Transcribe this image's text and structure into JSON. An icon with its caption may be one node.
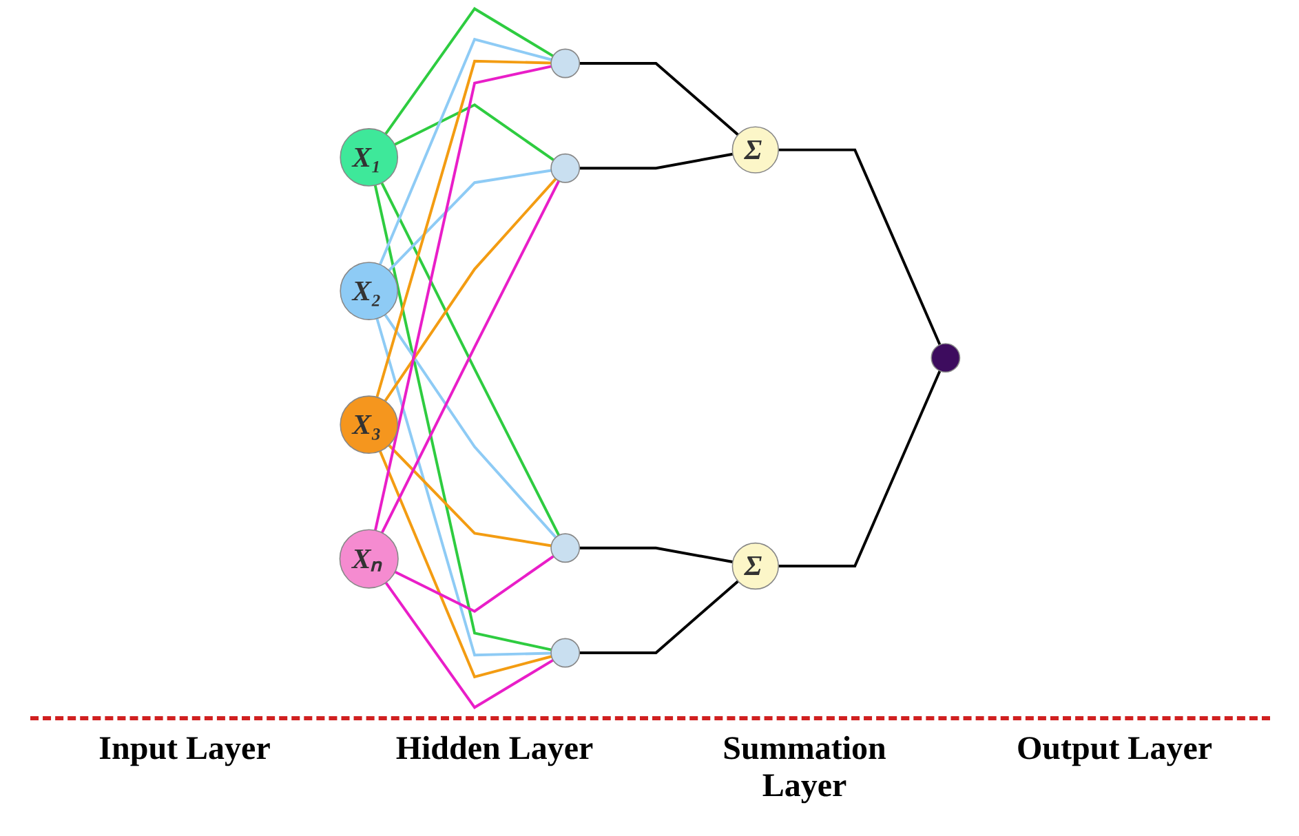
{
  "diagram": {
    "nodes": [
      {
        "text": [
          "X₁"
        ]
      },
      {
        "text": [
          "X₂"
        ]
      },
      {
        "text": [
          "X₃"
        ]
      },
      {
        "text": [
          "Xₙ"
        ]
      },
      {
        "text": [],
        "shape": "circle"
      },
      {
        "text": [],
        "shape": "circle"
      },
      {
        "text": [],
        "shape": "circle"
      },
      {
        "text": [],
        "shape": "circle"
      },
      {
        "text": [
          "Σ"
        ]
      },
      {
        "text": [
          "Σ"
        ]
      },
      {
        "text": [],
        "shape": "circle"
      }
    ],
    "edges": [
      {
        "from": 0,
        "to": 4,
        "arrow": "none",
        "color": "#2ecc40"
      },
      {
        "from": 0,
        "to": 5,
        "arrow": "none",
        "color": "#2ecc40"
      },
      {
        "from": 0,
        "to": 6,
        "arrow": "none",
        "color": "#2ecc40"
      },
      {
        "from": 0,
        "to": 7,
        "arrow": "none",
        "color": "#2ecc40"
      },
      {
        "from": 1,
        "to": 4,
        "arrow": "none",
        "color": "#8ecbf5"
      },
      {
        "from": 1,
        "to": 5,
        "arrow": "none",
        "color": "#8ecbf5"
      },
      {
        "from": 1,
        "to": 6,
        "arrow": "none",
        "color": "#8ecbf5"
      },
      {
        "from": 1,
        "to": 7,
        "arrow": "none",
        "color": "#8ecbf5"
      },
      {
        "from": 2,
        "to": 4,
        "arrow": "none",
        "color": "#f39c12"
      },
      {
        "from": 2,
        "to": 5,
        "arrow": "none",
        "color": "#f39c12"
      },
      {
        "from": 2,
        "to": 6,
        "arrow": "none",
        "color": "#f39c12"
      },
      {
        "from": 2,
        "to": 7,
        "arrow": "none",
        "color": "#f39c12"
      },
      {
        "from": 3,
        "to": 4,
        "arrow": "none",
        "color": "#e91ec8"
      },
      {
        "from": 3,
        "to": 5,
        "arrow": "none",
        "color": "#e91ec8"
      },
      {
        "from": 3,
        "to": 6,
        "arrow": "none",
        "color": "#e91ec8"
      },
      {
        "from": 3,
        "to": 7,
        "arrow": "none",
        "color": "#e91ec8"
      },
      {
        "from": 4,
        "to": 8,
        "arrow": "none",
        "color": "#000000"
      },
      {
        "from": 5,
        "to": 8,
        "arrow": "none",
        "color": "#000000"
      },
      {
        "from": 6,
        "to": 9,
        "arrow": "none",
        "color": "#000000"
      },
      {
        "from": 7,
        "to": 9,
        "arrow": "none",
        "color": "#000000"
      },
      {
        "from": 8,
        "to": 10,
        "arrow": "none",
        "color": "#000000"
      },
      {
        "from": 9,
        "to": 10,
        "arrow": "none",
        "color": "#000000"
      }
    ],
    "labels": [
      "Input Layer",
      "Hidden Layer",
      "Summation Layer",
      "Output Layer"
    ]
  }
}
